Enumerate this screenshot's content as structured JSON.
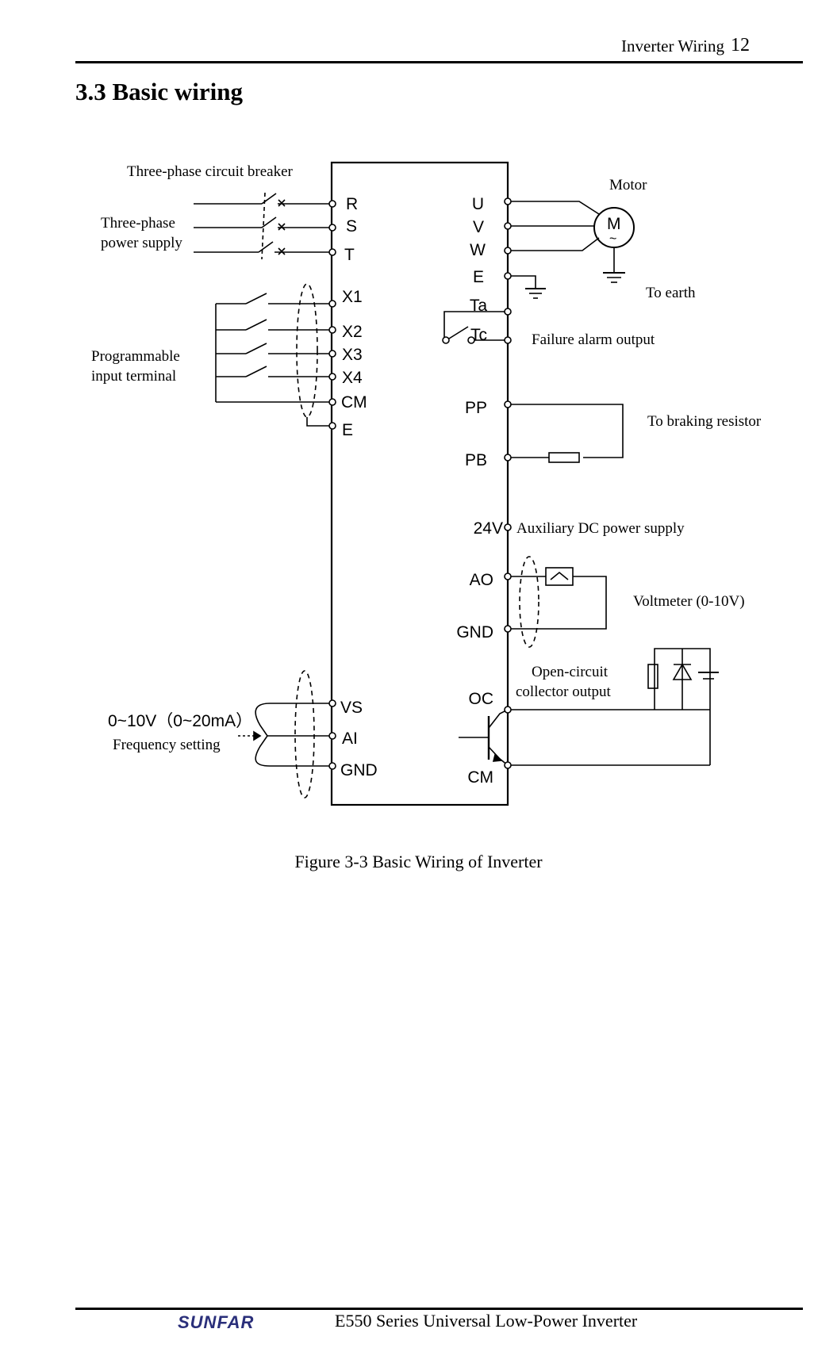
{
  "header": {
    "text": "Inverter  Wiring",
    "page_number": "12"
  },
  "section_title": "3.3 Basic wiring",
  "diagram": {
    "labels": {
      "breaker": "Three-phase circuit breaker",
      "supply_line1": "Three-phase",
      "supply_line2": "power supply",
      "prog_line1": "Programmable",
      "prog_line2": "input terminal",
      "freq_range": "0~10V（0~20mA）",
      "freq_setting": "Frequency setting",
      "motor": "Motor",
      "motor_symbol": "M",
      "motor_tilde": "~",
      "to_earth": "To earth",
      "failure": "Failure alarm output",
      "braking": "To braking resistor",
      "aux_dc": "Auxiliary DC power supply",
      "voltmeter": "Voltmeter (0-10V)",
      "oc_line1": "Open-circuit",
      "oc_line2": "collector output"
    },
    "terminals": {
      "R": "R",
      "S": "S",
      "T": "T",
      "X1": "X1",
      "X2": "X2",
      "X3": "X3",
      "X4": "X4",
      "CM_left": "CM",
      "E_left": "E",
      "VS": "VS",
      "AI": "AI",
      "GND_left": "GND",
      "U": "U",
      "V": "V",
      "W": "W",
      "E_right": "E",
      "Ta": "Ta",
      "Tc": "Tc",
      "PP": "PP",
      "PB": "PB",
      "24V": "24V",
      "AO": "AO",
      "GND_right": "GND",
      "OC": "OC",
      "CM_right": "CM"
    }
  },
  "caption": "Figure 3-3 Basic Wiring of Inverter",
  "footer": {
    "logo": "SUNFAR",
    "text": "E550 Series Universal Low-Power Inverter"
  }
}
